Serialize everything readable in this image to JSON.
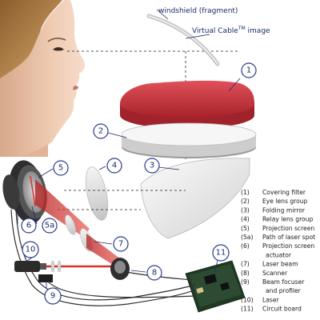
{
  "labels": {
    "windshield": "windshield (fragment)",
    "virtual_cable_main": "Virtual Cable",
    "virtual_cable_tm": "TM",
    "virtual_cable_suffix": " image"
  },
  "callouts": {
    "c1": "1",
    "c2": "2",
    "c3": "3",
    "c4": "4",
    "c5": "5",
    "c5a": "5a",
    "c6": "6",
    "c7": "7",
    "c8": "8",
    "c9": "9",
    "c10": "10",
    "c11": "11"
  },
  "legend": [
    {
      "key": "(1)",
      "text": "Covering filter"
    },
    {
      "key": "(2)",
      "text": "Eye lens group"
    },
    {
      "key": "(3)",
      "text": "Folding mirror"
    },
    {
      "key": "(4)",
      "text": "Relay lens group"
    },
    {
      "key": "(5)",
      "text": "Projection screen"
    },
    {
      "key": "(5a)",
      "text": "Path of laser spot"
    },
    {
      "key": "(6)",
      "text": "Projection screen"
    },
    {
      "key": "",
      "text": "actuator"
    },
    {
      "key": "(7)",
      "text": "Laser beam"
    },
    {
      "key": "(8)",
      "text": "Scanner"
    },
    {
      "key": "(9)",
      "text": "Beam focuser"
    },
    {
      "key": "",
      "text": "and profiler"
    },
    {
      "key": "(10)",
      "text": "Laser"
    },
    {
      "key": "(11)",
      "text": "Circuit board"
    }
  ],
  "colors": {
    "filter_red": "#c8323a",
    "laser_red": "#d8302e",
    "skin": "#e9c3a8",
    "hair": "#b8864d",
    "callout_stroke": "#2a3a8c",
    "text_navy": "#1d2b6b",
    "board_green": "#2d4a32"
  }
}
